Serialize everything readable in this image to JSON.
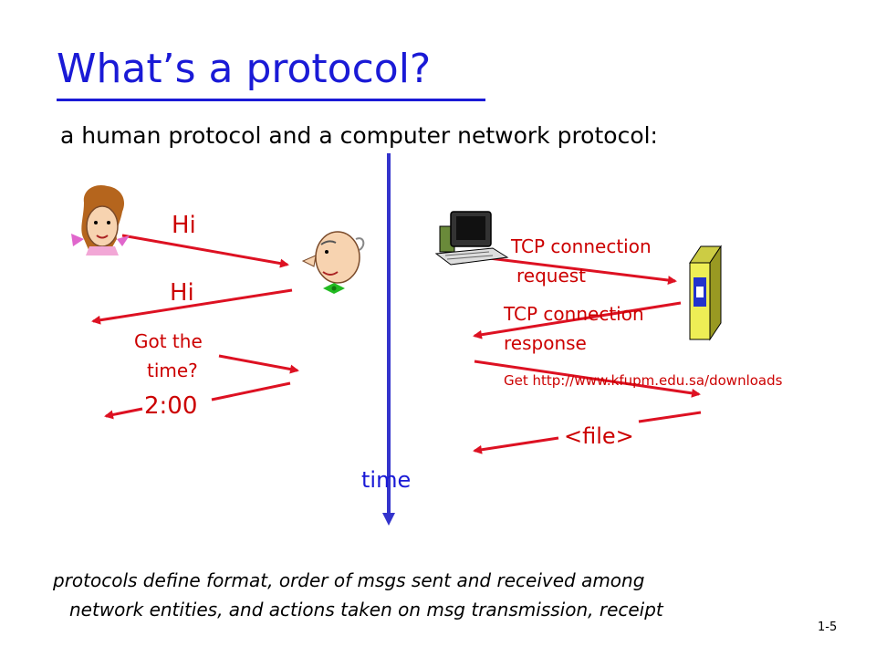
{
  "slide": {
    "title": "What’s a protocol?",
    "subtitle": "a human protocol and a computer network protocol:",
    "page_number": "1-5"
  },
  "human_exchange": {
    "msg1": "Hi",
    "msg2": "Hi",
    "msg3_line1": "Got the",
    "msg3_line2": "time?",
    "msg4": "2:00"
  },
  "network_exchange": {
    "msg1_line1": "TCP connection",
    "msg1_line2": "request",
    "msg2_line1": "TCP connection",
    "msg2_line2": "response",
    "msg3": "Get http://www.kfupm.edu.sa/downloads",
    "msg4": "<file>"
  },
  "time_axis_label": "time",
  "footer": {
    "line1": "protocols define format, order of msgs sent and received among",
    "line2": "network entities, and actions taken on msg transmission, receipt"
  },
  "colors": {
    "title": "#1a1ad6",
    "arrows": "#dd1122",
    "time_axis": "#3333cc"
  },
  "icons": [
    "woman-face-icon",
    "man-face-icon",
    "computer-icon",
    "server-icon"
  ]
}
